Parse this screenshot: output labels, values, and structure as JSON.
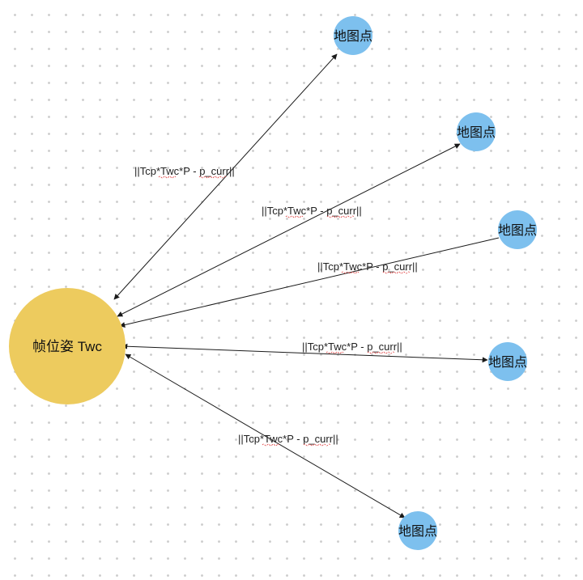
{
  "diagram": {
    "central_node": {
      "label": "帧位姿 Twc",
      "color": "#EDCB5E"
    },
    "map_point_color": "#7DC0EE",
    "map_points": [
      {
        "label": "地图点"
      },
      {
        "label": "地图点"
      },
      {
        "label": "地图点"
      },
      {
        "label": "地图点"
      },
      {
        "label": "地图点"
      }
    ],
    "edges": [
      {
        "label": "||Tcp*Twc*P - p_curr||"
      },
      {
        "label": "||Tcp*Twc*P - p_curr||"
      },
      {
        "label": "||Tcp*Twc*P - p_curr||"
      },
      {
        "label": "||Tcp*Twc*P - p_curr||"
      },
      {
        "label": "||Tcp*Twc*P - p_curr||"
      }
    ]
  }
}
